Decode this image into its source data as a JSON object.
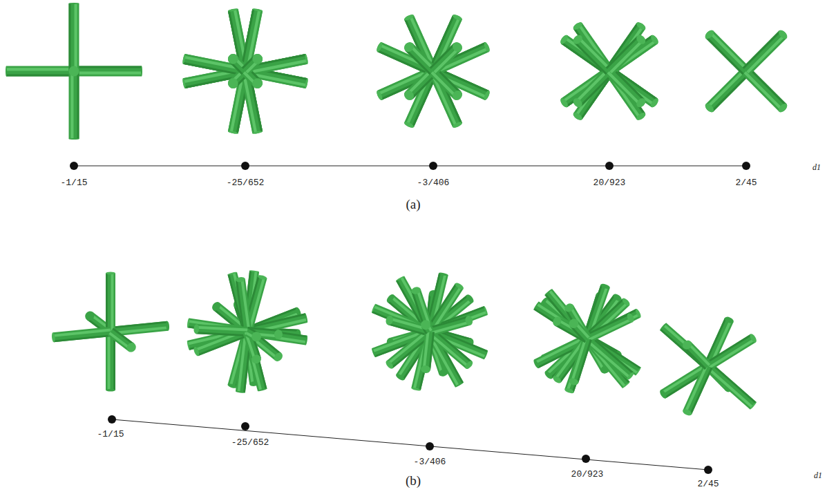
{
  "diagram": {
    "labels": [
      "-1/15",
      "-25/652",
      "-3/406",
      "20/923",
      "2/45",
      "d1",
      "(a)",
      "-1/15",
      "-25/652",
      "-3/406",
      "20/923",
      "2/45",
      "d1",
      "(b)"
    ]
  }
}
